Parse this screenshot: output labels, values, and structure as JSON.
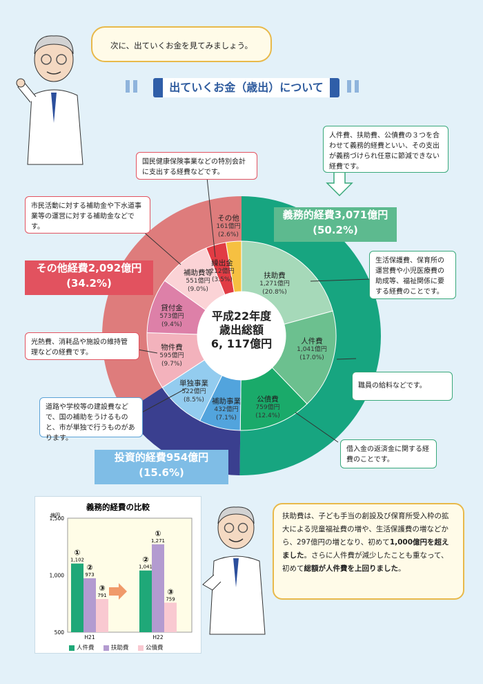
{
  "intro": "次に、出ていくお金を見てみましょう。",
  "section_title": "出ていくお金（歳出）について",
  "notes": {
    "gimu": "人件費、扶助費、公債費の３つを合わせて義務的経費といい、その支出が義務づけられ任意に節減できない経費です。",
    "kuridashi": "国民健康保険事業などの特別会計に支出する経費などです。",
    "hojo": "市民活動に対する補助金や下水道事業等の運営に対する補助金などです。",
    "fujo": "生活保護費、保育所の運営費や小児医療費の助成等、福祉関係に要する経費のことです。",
    "jinken": "職員の給料などです。",
    "kousai": "借入金の返済金に関する経費のことです。",
    "buppin": "光熱費、消耗品や施設の維持管理などの経費です。",
    "tandoku": "道路や学校等の建設費などで、国の補助をうけるものと、市が単独で行うものがあります。",
    "summary_parts": [
      {
        "t": "扶助費は、子ども手当の創設及び保育所受入枠の拡大による児童福祉費の増や、生活保護費の増などから、297億円の増となり、初めて",
        "b": false
      },
      {
        "t": "1,000億円を超えました",
        "b": true
      },
      {
        "t": "。さらに人件費が減少したことも重なって、初めて",
        "b": false
      },
      {
        "t": "総額が人件費を上回りました",
        "b": true
      },
      {
        "t": "。",
        "b": false
      }
    ]
  },
  "categories": {
    "gimu": {
      "name": "義務的経費3,071億円",
      "pct": "(50.2%)",
      "color": "#5dba8f"
    },
    "sonota": {
      "name": "その他経費2,092億円",
      "pct": "(34.2%)",
      "color": "#e2525f"
    },
    "toushi": {
      "name": "投資的経費954億円",
      "pct": "(15.6%)",
      "color": "#7fbde6"
    }
  },
  "center": {
    "line1": "平成22年度",
    "line2": "歳出総額",
    "line3": "6, 117億円"
  },
  "donut": {
    "total": 6117,
    "outer": [
      {
        "key": "gimu",
        "value": 3071,
        "color": "#17a580"
      },
      {
        "key": "toushi",
        "value": 954,
        "color": "#3a3f8f"
      },
      {
        "key": "sonota",
        "value": 2092,
        "color": "#de7c7c"
      }
    ],
    "segments": [
      {
        "name": "扶助費",
        "amount": "1,271億円",
        "pct": "(20.8%)",
        "value": 1271,
        "color": "#a6d9b9"
      },
      {
        "name": "人件費",
        "amount": "1,041億円",
        "pct": "(17.0%)",
        "value": 1041,
        "color": "#6cc08f"
      },
      {
        "name": "公債費",
        "amount": "759億円",
        "pct": "(12.4%)",
        "value": 759,
        "color": "#1aaa6a"
      },
      {
        "name": "補助事業",
        "amount": "432億円",
        "pct": "(7.1%)",
        "value": 432,
        "color": "#52a4dd"
      },
      {
        "name": "単独事業",
        "amount": "522億円",
        "pct": "(8.5%)",
        "value": 522,
        "color": "#93ccef"
      },
      {
        "name": "物件費",
        "amount": "595億円",
        "pct": "(9.7%)",
        "value": 595,
        "color": "#f3b2bc"
      },
      {
        "name": "貸付金",
        "amount": "573億円",
        "pct": "(9.4%)",
        "value": 573,
        "color": "#dd80a8"
      },
      {
        "name": "補助費等",
        "amount": "551億円",
        "pct": "(9.0%)",
        "value": 551,
        "color": "#fbd3d6"
      },
      {
        "name": "繰出金",
        "amount": "212億円",
        "pct": "(3.5%)",
        "value": 212,
        "color": "#e13c44"
      },
      {
        "name": "その他",
        "amount": "161億円",
        "pct": "(2.6%)",
        "value": 161,
        "color": "#f6c041"
      }
    ]
  },
  "chart_data": {
    "type": "bar",
    "title": "義務的経費の比較",
    "ylabel": "億円",
    "ylim": [
      500,
      1500
    ],
    "yticks": [
      "500",
      "1,000",
      "1,500"
    ],
    "categories": [
      "H21",
      "H22"
    ],
    "series": [
      {
        "name": "人件費",
        "marker": "①",
        "values": [
          1102,
          1041
        ],
        "labels": [
          "1,102",
          "1,041"
        ],
        "color": "#1fa878"
      },
      {
        "name": "扶助費",
        "marker": "②",
        "values": [
          973,
          1271
        ],
        "labels": [
          "973",
          "1,271"
        ],
        "color": "#b39bd0"
      },
      {
        "name": "公債費",
        "marker": "③",
        "values": [
          791,
          759
        ],
        "labels": [
          "791",
          "759"
        ],
        "color": "#f9c9d1"
      }
    ],
    "h22_markers": [
      "②",
      "①",
      "③"
    ]
  }
}
